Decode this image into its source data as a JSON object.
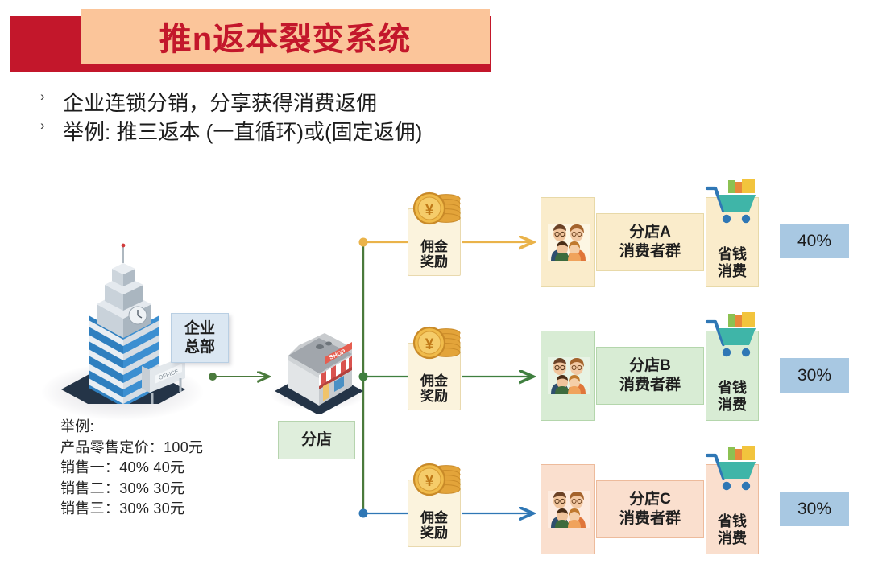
{
  "title": {
    "text": "推n返本裂变系统",
    "accent_red": "#c3172b",
    "accent_peach": "#fbc59a"
  },
  "bullets": [
    {
      "marker": "›",
      "text": "企业连锁分销，分享获得消费返佣"
    },
    {
      "marker": "›",
      "text": "举例: 推三返本 (一直循环)或(固定返佣)"
    }
  ],
  "nodes": {
    "headquarters_label": "企业\n总部",
    "headquarters_line1": "企业",
    "headquarters_line2": "总部",
    "branch_store_label": "分店",
    "headquarters_icon": "office-building-icon",
    "branch_store_icon": "shop-icon"
  },
  "example": {
    "heading": "举例:",
    "lines": [
      "产品零售定价：100元",
      "销售一：40% 40元",
      "销售二：30% 30元",
      "销售三：30% 30元"
    ]
  },
  "commission": {
    "line1": "佣金",
    "line2": "奖励",
    "icon": "coin-stack-icon"
  },
  "rows": [
    {
      "id": "row-a",
      "branch_line1": "分店A",
      "branch_line2": "消费者群",
      "save_line1": "省钱",
      "save_line2": "消费",
      "percent": "40%",
      "fill": "#faeccb",
      "stroke": "#e8d9a8",
      "connector": "#eab34a",
      "family_icon": "family-icon",
      "cart_icon": "shopping-cart-icon"
    },
    {
      "id": "row-b",
      "branch_line1": "分店B",
      "branch_line2": "消费者群",
      "save_line1": "省钱",
      "save_line2": "消费",
      "percent": "30%",
      "fill": "#d8ecd4",
      "stroke": "#b4d6ac",
      "connector": "#3f7f3f",
      "family_icon": "family-icon",
      "cart_icon": "shopping-cart-icon"
    },
    {
      "id": "row-c",
      "branch_line1": "分店C",
      "branch_line2": "消费者群",
      "save_line1": "省钱",
      "save_line2": "消费",
      "percent": "30%",
      "fill": "#fadfce",
      "stroke": "#edbb9c",
      "connector": "#2f77b5",
      "family_icon": "family-icon",
      "cart_icon": "shopping-cart-icon"
    }
  ],
  "colors": {
    "trunk_line": "#4a7a3c",
    "percent_box": "#a8c8e2",
    "hq_box": "#dbe7f2",
    "branch_box": "#dfeedc"
  }
}
